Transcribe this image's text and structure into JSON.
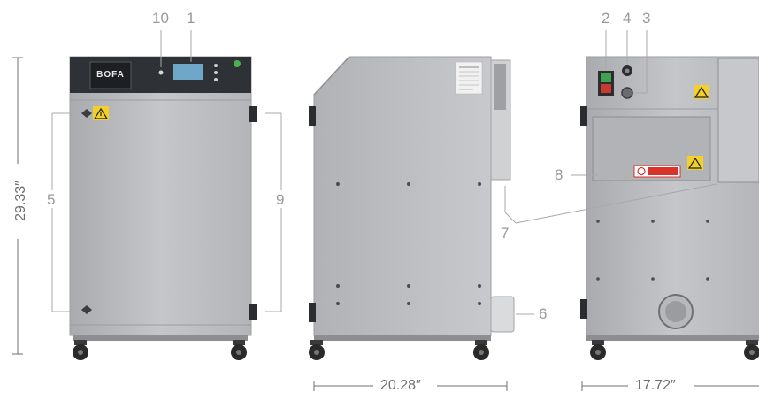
{
  "callouts": {
    "c1": "1",
    "c2": "2",
    "c3": "3",
    "c4": "4",
    "c5": "5",
    "c6": "6",
    "c7": "7",
    "c8": "8",
    "c9": "9",
    "c10": "10"
  },
  "dimensions": {
    "height": "29.33″",
    "depth": "20.28″",
    "width": "17.72″"
  },
  "branding": {
    "logo_text": "BOFA"
  },
  "colors": {
    "cabinet_body": "#b9bbbe",
    "control_panel": "#2e3135",
    "warning_yellow": "#f2d027",
    "label_red": "#d8322b",
    "callout_grey": "#9a9a9a"
  }
}
